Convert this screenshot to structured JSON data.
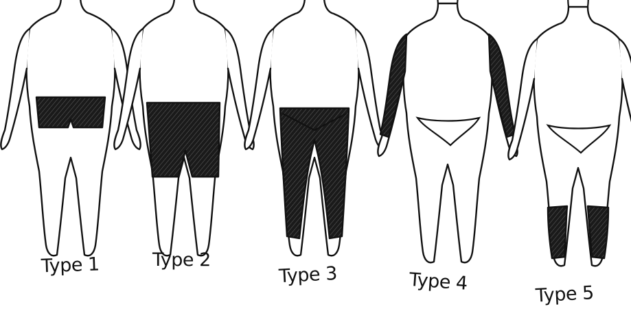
{
  "figures": [
    {
      "label": "Type 1",
      "shaded": "shorts"
    },
    {
      "label": "Type 2",
      "shaded": "long-shorts"
    },
    {
      "label": "Type 3",
      "shaded": "leggings"
    },
    {
      "label": "Type 4",
      "shaded": "arms"
    },
    {
      "label": "Type 5",
      "shaded": "calves"
    }
  ],
  "colors": {
    "ink": "#111111",
    "paper": "#ffffff"
  }
}
